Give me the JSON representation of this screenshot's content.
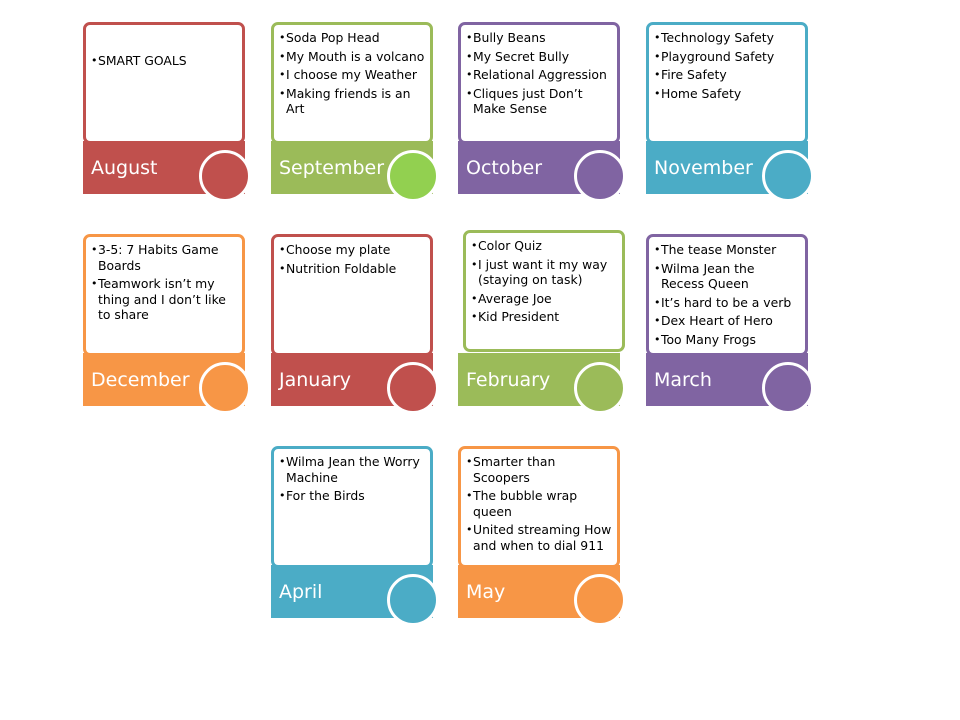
{
  "cards": [
    {
      "month": "August",
      "color": "#c0504d",
      "fill": "#c0504d",
      "items": [
        "SMART GOALS"
      ]
    },
    {
      "month": "September",
      "color": "#9bbb59",
      "fill": "#92d050",
      "items": [
        "Soda Pop Head",
        "My Mouth is a volcano",
        "I choose my Weather",
        "Making friends is an Art"
      ]
    },
    {
      "month": "October",
      "color": "#8064a2",
      "fill": "#8064a2",
      "items": [
        "Bully Beans",
        "My Secret Bully",
        "Relational Aggression",
        "Cliques just Don’t Make Sense"
      ]
    },
    {
      "month": "November",
      "color": "#4bacc6",
      "fill": "#4bacc6",
      "items": [
        "Technology Safety",
        "Playground Safety",
        "Fire Safety",
        "Home Safety"
      ]
    },
    {
      "month": "December",
      "color": "#f79646",
      "fill": "#f79646",
      "items": [
        "3-5:  7 Habits Game Boards",
        "Teamwork isn’t my thing and I don’t like to share"
      ]
    },
    {
      "month": "January",
      "color": "#c0504d",
      "fill": "#c0504d",
      "items": [
        "Choose my plate",
        "Nutrition Foldable"
      ]
    },
    {
      "month": "February",
      "color": "#9bbb59",
      "fill": "#9bbb59",
      "items": [
        "Color Quiz",
        "I just want it my way (staying on task)",
        "Average Joe",
        "Kid President"
      ]
    },
    {
      "month": "March",
      "color": "#8064a2",
      "fill": "#8064a2",
      "items": [
        "The tease Monster",
        "Wilma Jean the Recess Queen",
        "It’s hard to be a verb",
        "Dex Heart of Hero",
        "Too Many Frogs"
      ]
    },
    {
      "month": "April",
      "color": "#4bacc6",
      "fill": "#4bacc6",
      "items": [
        "Wilma Jean the Worry Machine",
        "For the Birds"
      ]
    },
    {
      "month": "May",
      "color": "#f79646",
      "fill": "#f79646",
      "items": [
        "Smarter than Scoopers",
        "The bubble wrap queen",
        "United streaming How and when to dial 911"
      ]
    }
  ]
}
